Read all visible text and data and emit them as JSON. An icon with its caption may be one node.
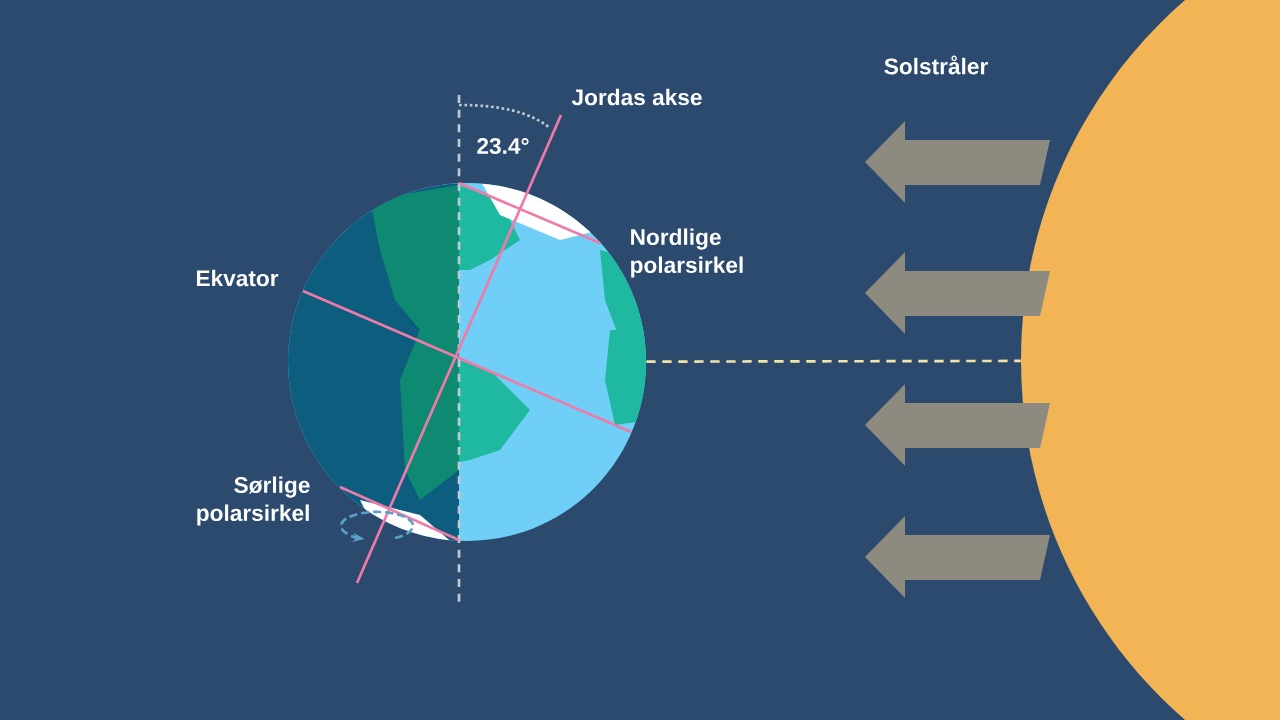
{
  "diagram": {
    "nodes": [
      {
        "text": [],
        "shape": "picture"
      },
      {
        "text": [],
        "shape": "circle"
      }
    ],
    "edges": [
      {
        "from": 0,
        "to": 1,
        "arrow": "none",
        "style": "dashed"
      }
    ],
    "labels": [
      "Jordas akse",
      "23.4°",
      "Nordlige polarsirkel",
      "Ekvator",
      "Sørlige polarsirkel",
      "Solstråler"
    ]
  }
}
